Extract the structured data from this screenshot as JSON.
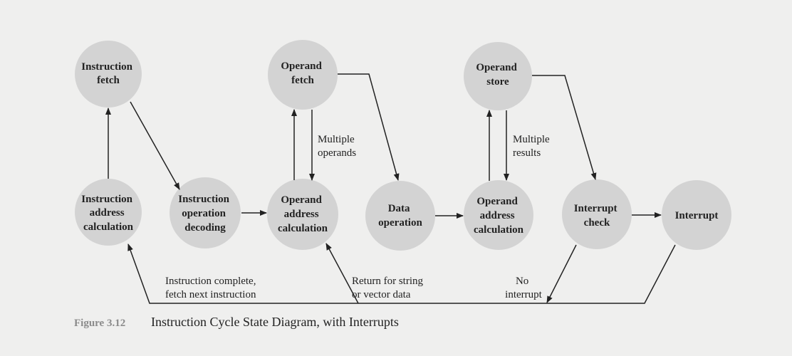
{
  "nodes": {
    "instruction_fetch": [
      "Instruction",
      "fetch"
    ],
    "instruction_address_calculation": [
      "Instruction",
      "address",
      "calculation"
    ],
    "instruction_operation_decoding": [
      "Instruction",
      "operation",
      "decoding"
    ],
    "operand_fetch": [
      "Operand",
      "fetch"
    ],
    "operand_address_calculation_1": [
      "Operand",
      "address",
      "calculation"
    ],
    "data_operation": [
      "Data",
      "operation"
    ],
    "operand_store": [
      "Operand",
      "store"
    ],
    "operand_address_calculation_2": [
      "Operand",
      "address",
      "calculation"
    ],
    "interrupt_check": [
      "Interrupt",
      "check"
    ],
    "interrupt": [
      "Interrupt"
    ]
  },
  "edge_labels": {
    "multiple_operands": [
      "Multiple",
      "operands"
    ],
    "multiple_results": [
      "Multiple",
      "results"
    ],
    "instruction_complete": [
      "Instruction complete,",
      "fetch next instruction"
    ],
    "return_for_string": [
      "Return for string",
      "or vector data"
    ],
    "no_interrupt": [
      "No",
      "interrupt"
    ]
  },
  "caption": {
    "label": "Figure 3.12",
    "text": "Instruction Cycle State Diagram, with Interrupts"
  },
  "colors": {
    "node_fill": "#d3d3d3",
    "line": "#222222",
    "background": "#efefee",
    "caption_label": "#8b8b8b"
  }
}
